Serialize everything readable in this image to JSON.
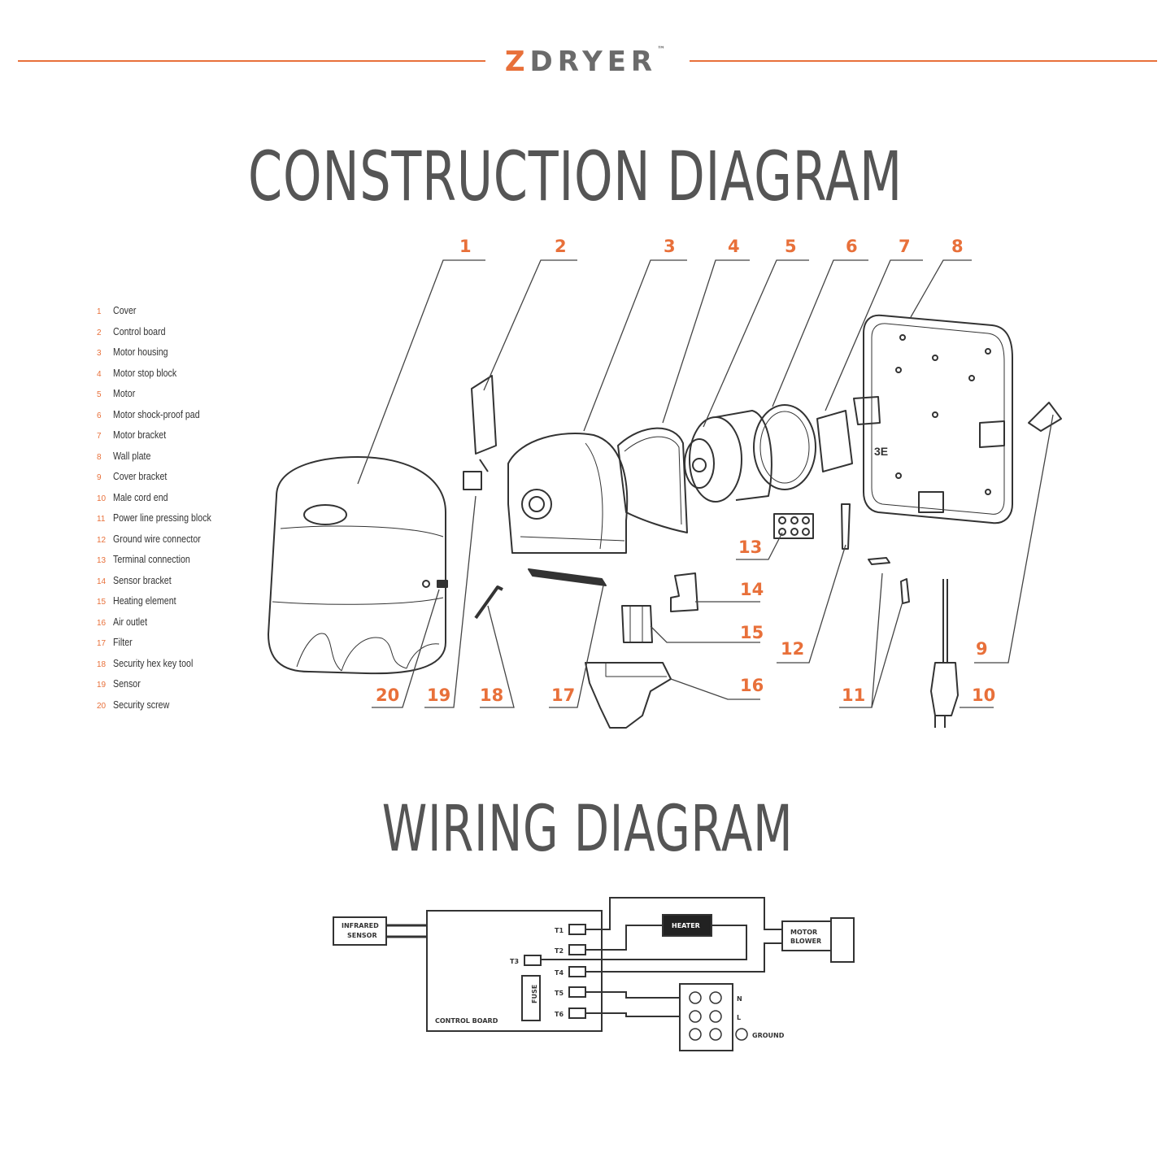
{
  "brand": {
    "first_letter": "Z",
    "rest": "DRYER",
    "mark": "™"
  },
  "construction": {
    "title": "CONSTRUCTION DIAGRAM",
    "parts": [
      {
        "num": "1",
        "label": "Cover"
      },
      {
        "num": "2",
        "label": "Control board"
      },
      {
        "num": "3",
        "label": "Motor housing"
      },
      {
        "num": "4",
        "label": "Motor stop block"
      },
      {
        "num": "5",
        "label": "Motor"
      },
      {
        "num": "6",
        "label": "Motor shock-proof pad"
      },
      {
        "num": "7",
        "label": "Motor bracket"
      },
      {
        "num": "8",
        "label": "Wall plate"
      },
      {
        "num": "9",
        "label": "Cover bracket"
      },
      {
        "num": "10",
        "label": "Male cord end"
      },
      {
        "num": "11",
        "label": "Power line pressing block"
      },
      {
        "num": "12",
        "label": "Ground wire connector"
      },
      {
        "num": "13",
        "label": "Terminal connection"
      },
      {
        "num": "14",
        "label": "Sensor bracket"
      },
      {
        "num": "15",
        "label": "Heating element"
      },
      {
        "num": "16",
        "label": "Air outlet"
      },
      {
        "num": "17",
        "label": "Filter"
      },
      {
        "num": "18",
        "label": "Security hex key tool"
      },
      {
        "num": "19",
        "label": "Sensor"
      },
      {
        "num": "20",
        "label": "Security screw"
      }
    ]
  },
  "wiring": {
    "title": "WIRING DIAGRAM",
    "infrared_sensor": "INFRARED SENSOR",
    "control_board": "CONTROL BOARD",
    "heater": "HEATER",
    "motor_blower": "MOTOR BLOWER",
    "ground": "GROUND",
    "terminals": [
      "T1",
      "T2",
      "T3",
      "T4",
      "T5",
      "T6"
    ],
    "fuse": "FUSE",
    "line_labels": [
      "N",
      "L"
    ]
  }
}
